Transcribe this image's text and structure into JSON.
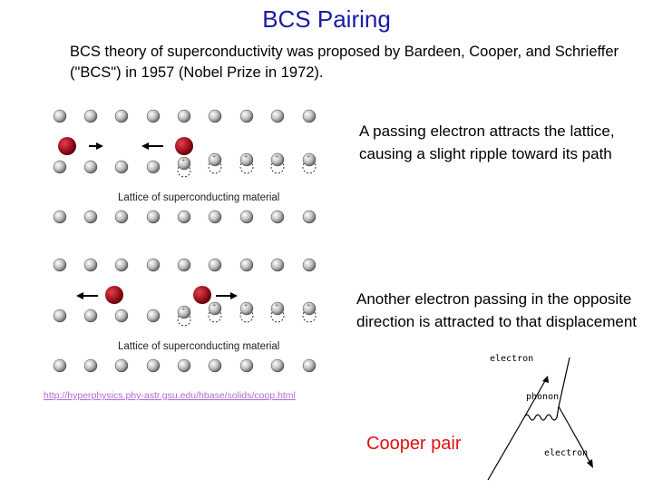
{
  "title": "BCS Pairing",
  "intro": "BCS theory of superconductivity was proposed by  Bardeen, Cooper, and Schrieffer (\"BCS\") in 1957 (Nobel Prize in 1972).",
  "panel_top": {
    "label": "Lattice of superconducting material"
  },
  "panel_bottom": {
    "label": "Lattice of superconducting material"
  },
  "desc_top": "A passing electron attracts the lattice, causing a slight ripple toward its path",
  "desc_bottom": "Another electron passing in the opposite direction is attracted to that displacement",
  "source_link": "http://hyperphysics.phy-astr.gsu.edu/hbase/solids/coop.html",
  "cooper_label": "Cooper pair",
  "feynman": {
    "electron_top": "electron",
    "phonon": "phonon",
    "electron_bottom": "electron"
  },
  "colors": {
    "title": "#1a1aa6",
    "cooper": "#e01010",
    "electron": "#a0101c",
    "link": "#b06ad6"
  }
}
